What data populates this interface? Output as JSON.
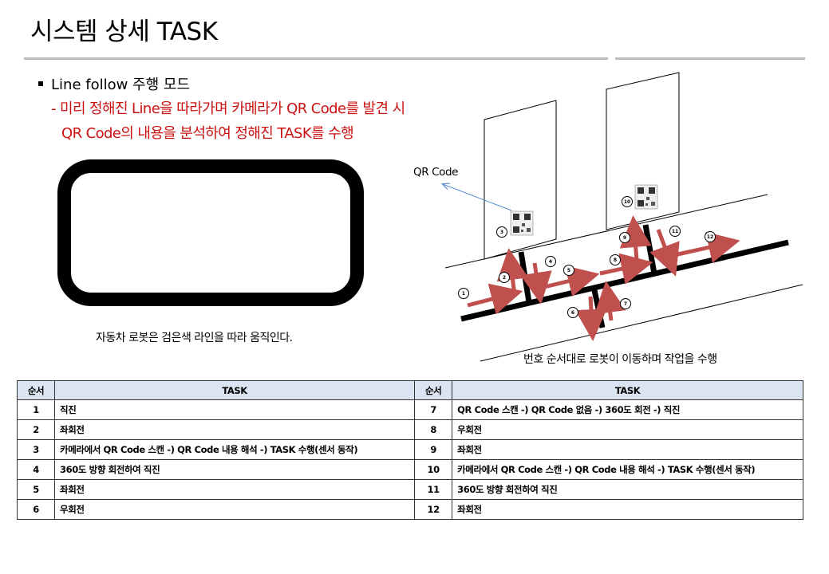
{
  "page": {
    "title": "시스템 상세 TASK",
    "bullet": "Line follow 주행 모드",
    "desc_line1": "- 미리 정해진 Line을 따라가며 카메라가 QR Code를 발견 시",
    "desc_line2": "QR Code의 내용을 분석하여 정해진 TASK를 수행"
  },
  "left_figure": {
    "caption": "자동차 로봇은 검은색 라인을 따라 움직인다."
  },
  "diagram": {
    "qr_label": "QR Code",
    "caption": "번호 순서대로 로봇이 이동하며 작업을 수행",
    "arrow_color": "#c0504d",
    "step_labels": [
      "1",
      "2",
      "3",
      "4",
      "5",
      "6",
      "7",
      "8",
      "9",
      "10",
      "11",
      "12"
    ]
  },
  "table": {
    "headers": [
      "순서",
      "TASK",
      "순서",
      "TASK"
    ],
    "rows": [
      {
        "n1": "1",
        "t1": "직진",
        "n2": "7",
        "t2": "QR Code 스캔 -) QR Code 없음 -) 360도 회전 -) 직진"
      },
      {
        "n1": "2",
        "t1": "좌회전",
        "n2": "8",
        "t2": "우회전"
      },
      {
        "n1": "3",
        "t1": "카메라에서 QR Code 스캔 -) QR Code 내용 해석 -) TASK 수행(센서 동작)",
        "n2": "9",
        "t2": "좌회전"
      },
      {
        "n1": "4",
        "t1": "360도 방향 회전하여 직진",
        "n2": "10",
        "t2": "카메라에서 QR Code 스캔 -) QR Code 내용 해석 -) TASK 수행(센서 동작)"
      },
      {
        "n1": "5",
        "t1": "좌회전",
        "n2": "11",
        "t2": "360도 방향 회전하여 직진"
      },
      {
        "n1": "6",
        "t1": "우회전",
        "n2": "12",
        "t2": "좌회전"
      }
    ]
  }
}
